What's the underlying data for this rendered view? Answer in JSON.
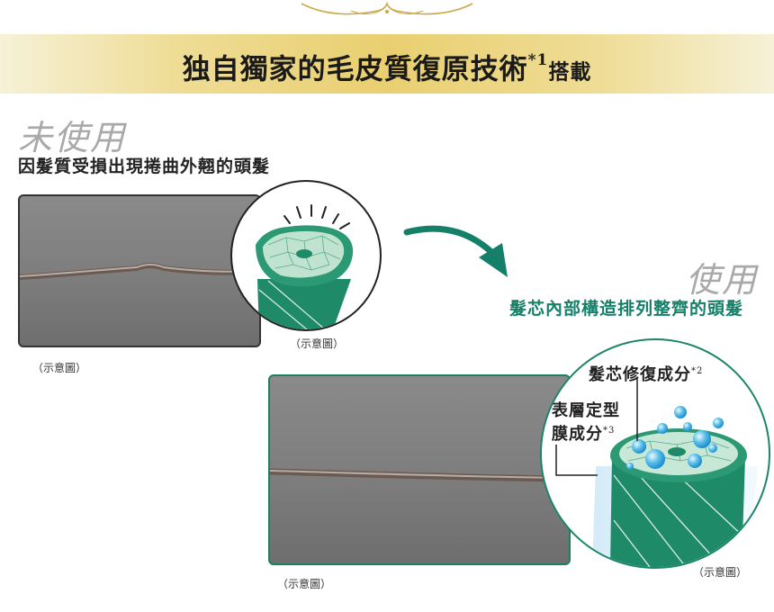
{
  "title": {
    "main": "独自獨家的毛皮質復原技術",
    "footnote": "*1",
    "suffix": "搭載"
  },
  "before": {
    "heading": "未使用",
    "description": "因髮質受損出現捲曲外翹的頭髮",
    "photo_caption": "（示意圖）",
    "circle_caption": "（示意圖）"
  },
  "after": {
    "heading": "使用",
    "description": "髮芯內部構造排列整齊的頭髮",
    "photo_caption": "（示意圖）",
    "circle_caption": "（示意圖）",
    "label_core": "髮芯修復成分",
    "label_core_note": "*2",
    "label_film_line1": "表層定型",
    "label_film_line2": "膜成分",
    "label_film_note": "*3"
  },
  "colors": {
    "banner_gold": "#e9cf70",
    "accent_green": "#158069",
    "heading_gray": "#a9a9a9"
  },
  "icons": [
    "ornament-icon",
    "arrow-curved-icon",
    "damaged-hair-strand-icon",
    "repaired-hair-strand-icon"
  ]
}
